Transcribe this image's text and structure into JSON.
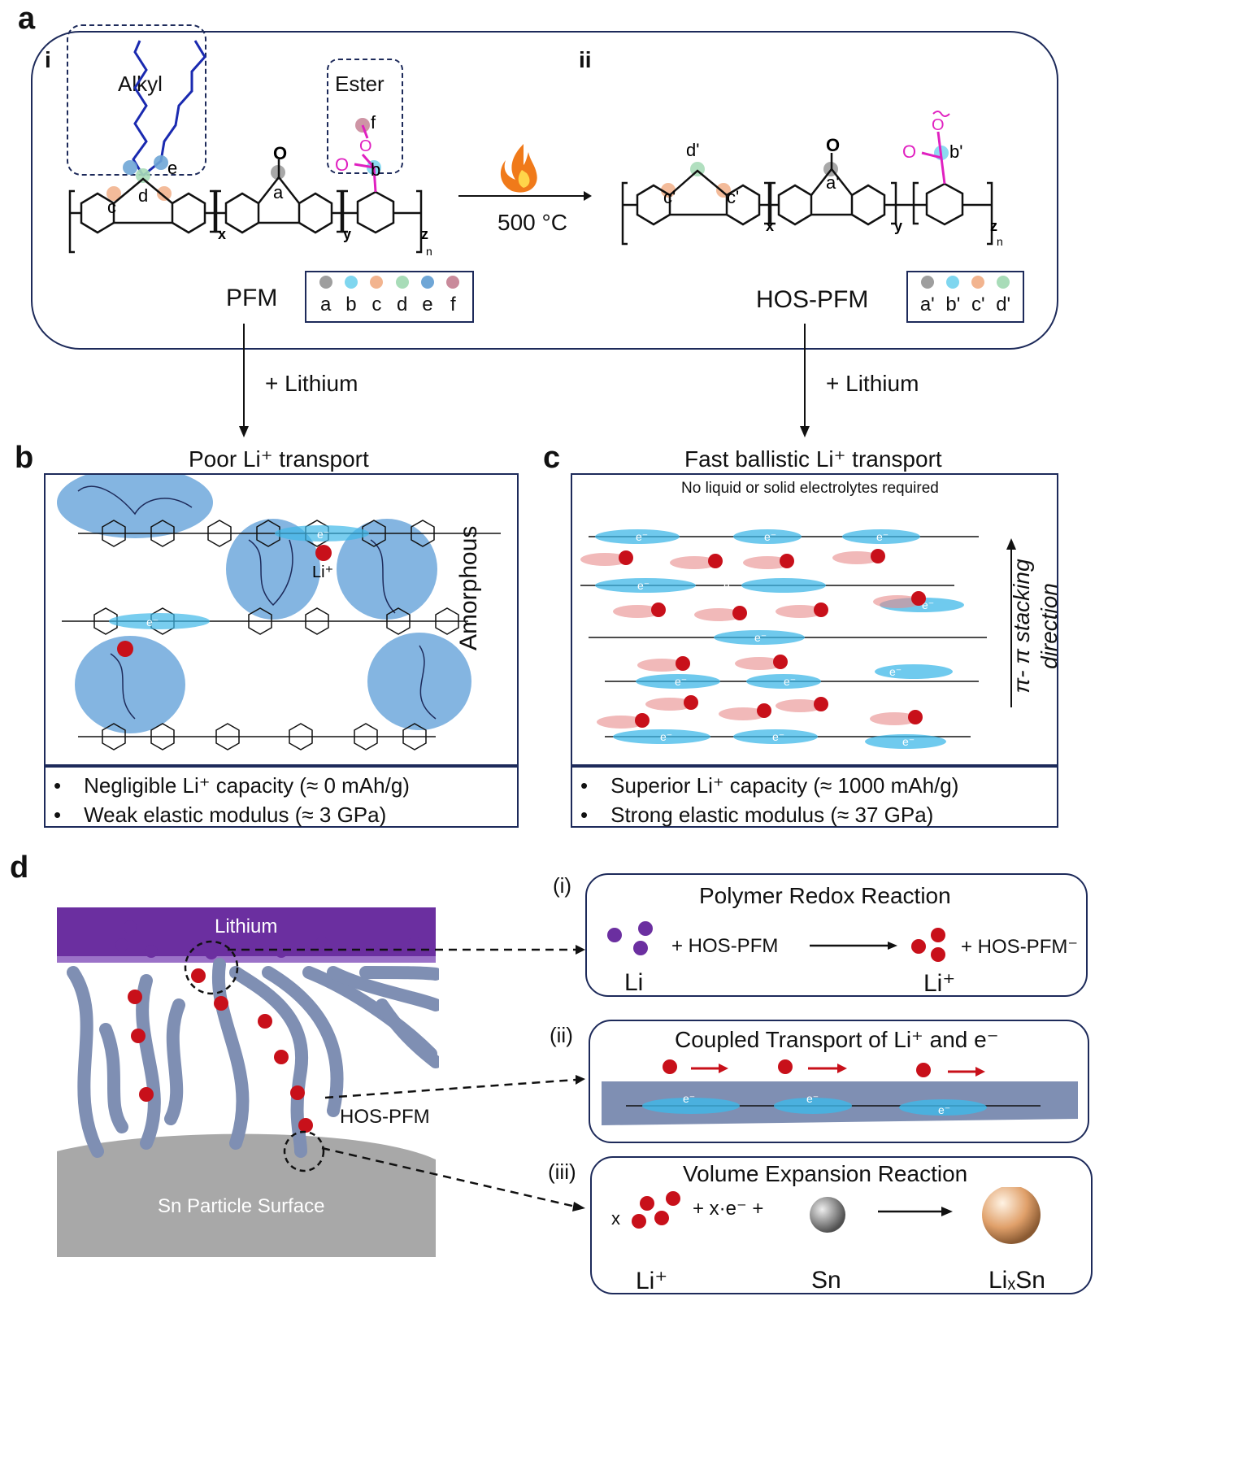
{
  "panels": {
    "a": "a",
    "b": "b",
    "c": "c",
    "d": "d"
  },
  "panel_a": {
    "sub_i": "i",
    "sub_ii": "ii",
    "alkyl": "Alkyl",
    "ester": "Ester",
    "temperature": "500 °C",
    "pfm_label": "PFM",
    "hos_label": "HOS-PFM",
    "repeat_x": "x",
    "repeat_y": "y",
    "repeat_z": "z",
    "repeat_n": "n",
    "atom_labels": [
      "a",
      "b",
      "c",
      "d",
      "e",
      "f"
    ],
    "atom_labels_prime": [
      "a'",
      "b'",
      "c'",
      "d'"
    ],
    "legend_pfm": [
      {
        "label": "a",
        "color": "#9e9e9e"
      },
      {
        "label": "b",
        "color": "#7fd6ef"
      },
      {
        "label": "c",
        "color": "#f2b48f"
      },
      {
        "label": "d",
        "color": "#a8dcb8"
      },
      {
        "label": "e",
        "color": "#6fa6d6"
      },
      {
        "label": "f",
        "color": "#c98a9b"
      }
    ],
    "legend_hos": [
      {
        "label": "a'",
        "color": "#9e9e9e"
      },
      {
        "label": "b'",
        "color": "#7fd6ef"
      },
      {
        "label": "c'",
        "color": "#f2b48f"
      },
      {
        "label": "d'",
        "color": "#a8dcb8"
      }
    ],
    "lithium_arrow_left": "+ Lithium",
    "lithium_arrow_right": "+ Lithium"
  },
  "panel_b": {
    "title": "Poor Li⁺ transport",
    "amorphous": "Amorphous",
    "li_label": "Li⁺",
    "electron": "e⁻",
    "bullets": [
      "Negligible Li⁺ capacity (≈ 0 mAh/g)",
      "Weak elastic modulus (≈ 3 GPa)"
    ]
  },
  "panel_c": {
    "title": "Fast ballistic Li⁺ transport",
    "subtitle": "No liquid or solid electrolytes required",
    "stacking": "π- π stacking direction",
    "electron": "e⁻",
    "bullets": [
      "Superior Li⁺ capacity (≈ 1000 mAh/g)",
      "Strong elastic modulus (≈ 37 GPa)"
    ]
  },
  "panel_d": {
    "lithium": "Lithium",
    "hos_pfm": "HOS-PFM",
    "sn_surface": "Sn Particle Surface",
    "electron": "e⁻",
    "i_label": "(i)",
    "ii_label": "(ii)",
    "iii_label": "(iii)",
    "i_title": "Polymer Redox Reaction",
    "i_plus1": "+  HOS-PFM",
    "i_plus2": "+ HOS-PFM⁻",
    "i_li": "Li",
    "i_liplus": "Li⁺",
    "ii_title": "Coupled Transport of Li⁺ and e⁻",
    "iii_title": "Volume Expansion Reaction",
    "iii_x": "x",
    "iii_plus": "+  x·e⁻  +",
    "iii_li": "Li⁺",
    "iii_sn": "Sn",
    "iii_product": "LiₓSn"
  },
  "colors": {
    "frame": "#1d2a5a",
    "alkyl_blue": "#1a2ab0",
    "ester_magenta": "#e020c0",
    "amorphous_blue": "#6fa8dc",
    "electron_cyan": "#3fb8e8",
    "li_red": "#c8101a",
    "lithium_purple": "#6b2fa0",
    "polymer_slate": "#7f8fb3",
    "sn_gray": "#a8a8a8"
  }
}
